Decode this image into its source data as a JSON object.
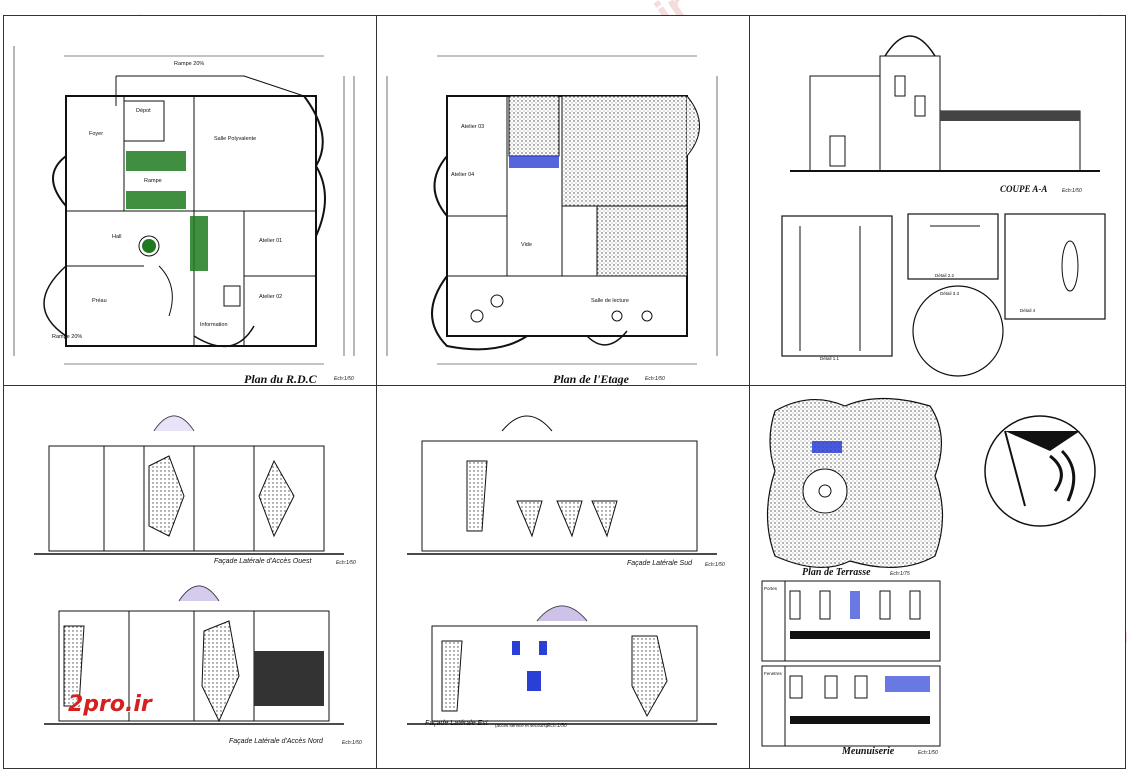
{
  "panels": {
    "rdc": {
      "title": "Plan du R.D.C",
      "scale": "Ech:1/50",
      "rooms": [
        "Rampe 20%",
        "Dépot",
        "Foyer",
        "Salle Polyvalente",
        "Rampe",
        "Hall",
        "Atelier 01",
        "Préau",
        "Atelier 02",
        "Information",
        "Rampe 20%"
      ]
    },
    "etage": {
      "title": "Plan de l'Etage",
      "scale": "Ech:1/50",
      "rooms": [
        "Atelier 03",
        "Atelier 04",
        "Vide",
        "Salle de lecture"
      ]
    },
    "coupe": {
      "title": "COUPE A-A",
      "scale": "Ech:1/50"
    },
    "details": {
      "labels": [
        "Détail 1.1",
        "Détail 2.2",
        "Détail 3.3",
        "Détail 4"
      ]
    },
    "facade_ouest": {
      "title": "Façade Latérale d'Accès Ouest",
      "scale": "Ech:1/50"
    },
    "facade_sud": {
      "title": "Façade Latérale Sud",
      "scale": "Ech:1/50"
    },
    "facade_nord": {
      "title": "Façade Latérale d'Accès Nord",
      "scale": "Ech:1/50"
    },
    "facade_est": {
      "title": "Façade Latérale Est",
      "subtitle": "(accès service et secours)",
      "scale": "Ech:1/50"
    },
    "terrasse": {
      "title": "Plan de Terrasse",
      "scale": "Ech:1/75"
    },
    "menuiserie": {
      "title": "Meunuiserie",
      "scale": "Ech:1/50",
      "row_labels": [
        "Portes",
        "Fenetres"
      ]
    }
  },
  "watermarks": [
    "2pro.ir",
    "2pro.ir",
    "2pro.ir",
    "2pro.ir",
    "2pro.ir",
    "2pro.ir",
    "2pro.ir",
    "2pro.ir"
  ],
  "logo_text": "2pro.ir",
  "colors": {
    "line": "#111111",
    "accent_blue": "#2a3fd6",
    "accent_green": "#1f7a1f",
    "dome_purple": "#b9a8e0",
    "watermark": "#c83c3c",
    "logo": "#d62020"
  }
}
